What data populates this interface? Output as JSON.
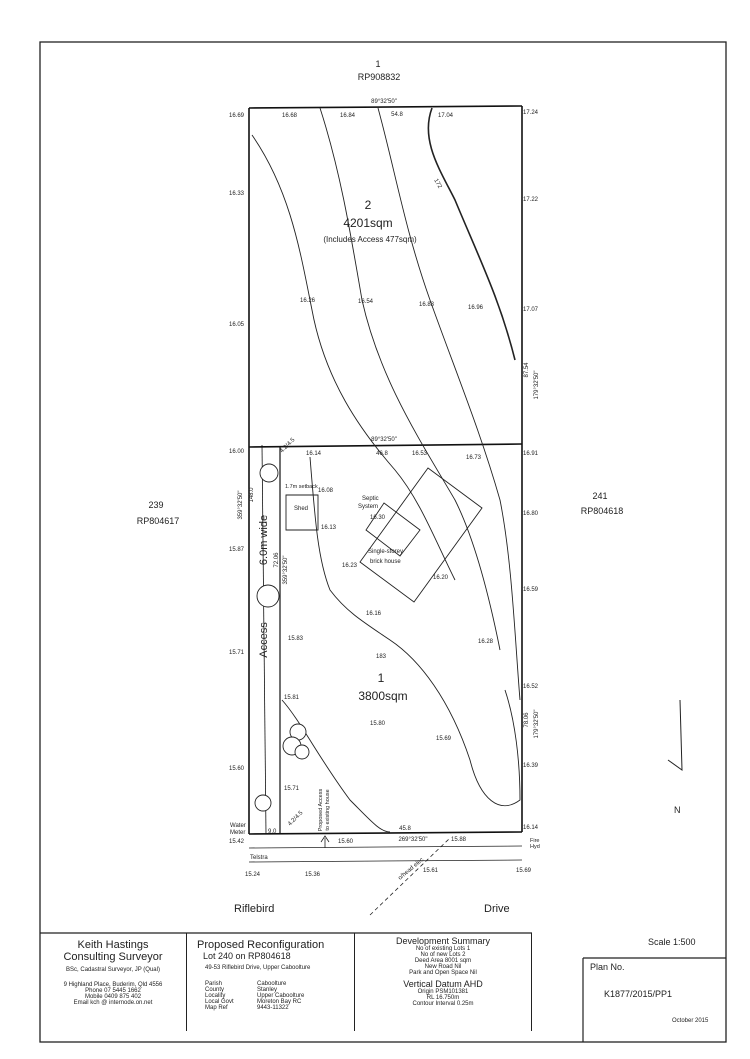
{
  "neighbours": {
    "north_lot": "1",
    "north_plan": "RP908832",
    "west_lot": "239",
    "west_plan": "RP804617",
    "east_lot": "241",
    "east_plan": "RP804618"
  },
  "boundaries": {
    "north_bearing": "89°32'50\"",
    "north_length": "54.8",
    "middle_bearing": "89°32'50\"",
    "middle_length": "46.8",
    "south_bearing": "269°32'50\"",
    "south_length": "45.8",
    "east_upper_bearing": "179°32'50\"",
    "east_upper_length": "87.54",
    "east_lower_bearing": "179°32'50\"",
    "east_lower_length": "78.06",
    "access_bearing_a": "359°32'50\"",
    "access_length_a": "148.0",
    "access_bearing_b": "359°32'50\"",
    "access_length_b": "72.06",
    "corner_top": "4.2/4.5",
    "corner_bottom": "4.2/4.5",
    "contour_upper": "172",
    "contour_lower": "183",
    "width_bottom": "9.0"
  },
  "lots": {
    "lot2_number": "2",
    "lot2_area": "4201sqm",
    "lot2_note": "(Includes Access 477sqm)",
    "lot1_number": "1",
    "lot1_area": "3800sqm"
  },
  "features": {
    "access_label": "Access",
    "width_label": "6.0m wide",
    "setback": "1.7m setback",
    "shed": "Shed",
    "septic_line1": "Septic",
    "septic_line2": "System",
    "house_line1": "Single-storey",
    "house_line2": "brick house",
    "proposed_line1": "Proposed Access",
    "proposed_line2": "to existing house",
    "water_meter_line1": "Water",
    "water_meter_line2": "Meter",
    "telstra": "Telstra",
    "fire_hyd_line1": "Fire",
    "fire_hyd_line2": "Hyd",
    "road_elec": "o/head elec",
    "road_name_1": "Riflebird",
    "road_name_2": "Drive",
    "north_arrow": "N"
  },
  "levels": {
    "top_left": "16.69",
    "top_a": "16.68",
    "top_b": "16.84",
    "top_c": "17.04",
    "top_right": "17.24",
    "left_1": "16.33",
    "left_2": "16.05",
    "left_3": "16.00",
    "left_4": "15.87",
    "left_5": "15.71",
    "left_6": "15.60",
    "left_7": "15.42",
    "right_1": "17.22",
    "right_2": "17.07",
    "right_3": "16.91",
    "right_4": "16.80",
    "right_5": "16.59",
    "right_6": "16.52",
    "right_7": "16.39",
    "right_8": "16.14",
    "lot2_a": "16.26",
    "lot2_b": "16.54",
    "lot2_c": "16.83",
    "lot2_d": "16.96",
    "mid_a": "16.14",
    "mid_b": "16.53",
    "mid_c": "16.73",
    "shed_a": "16.08",
    "shed_b": "16.13",
    "septic": "16.30",
    "lot1_a": "16.23",
    "lot1_b": "16.20",
    "lot1_c": "16.16",
    "lot1_d": "16.28",
    "lot1_e": "15.83",
    "lot1_f": "15.81",
    "lot1_g": "15.80",
    "lot1_h": "15.69",
    "lot1_i": "15.71",
    "bottom_a": "15.60",
    "bottom_b": "15.88",
    "road_a": "15.24",
    "road_b": "15.36",
    "road_c": "15.61",
    "road_d": "15.69"
  },
  "scale": "Scale  1:500",
  "title_block": {
    "surveyor_line1": "Keith Hastings",
    "surveyor_line2": "Consulting Surveyor",
    "surveyor_quals": "BSc, Cadastral Surveyor, JP (Qual)",
    "address": "9 Highland Place, Buderim, Qld 4556",
    "phone_label": "Phone",
    "phone": "07 5445 1662",
    "mobile_label": "Mobile",
    "mobile": "0409 875 402",
    "email_label": "Email",
    "email": "kch @ internode.on.net",
    "title": "Proposed Reconfiguration",
    "lot": "Lot 240 on RP804618",
    "address_site": "49-53 Riflebird Drive, Upper Caboolture",
    "parish_label": "Parish",
    "parish": "Caboolture",
    "county_label": "County",
    "county": "Stanley",
    "locality_label": "Locality",
    "locality": "Upper Caboolture",
    "govt_label": "Local Govt",
    "govt": "Moreton Bay RC",
    "mapref_label": "Map Ref",
    "mapref": "9443-11322",
    "dev_title": "Development Summary",
    "dev_existing": "No of existing Lots   1",
    "dev_new": "No of new Lots   2",
    "dev_area": "Deed Area   8001 sqm",
    "dev_road": "New Road   Nil",
    "dev_park": "Park and Open Space   Nil",
    "datum_title": "Vertical Datum  AHD",
    "datum_origin": "Origin   PSM101381",
    "datum_rl": "RL   16.750m",
    "datum_contour": "Contour Interval   0.25m",
    "plan_label": "Plan No.",
    "plan_no": "K1877/2015/PP1",
    "date": "October 2015"
  }
}
